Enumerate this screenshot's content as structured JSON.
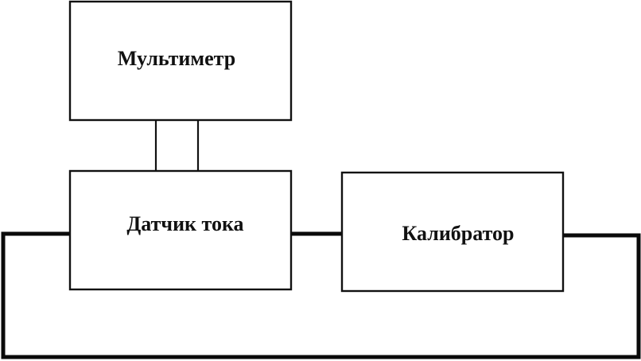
{
  "blocks": {
    "multimeter": "Мультиметр",
    "current_sensor": "Датчик тока",
    "calibrator": "Калибратор"
  }
}
